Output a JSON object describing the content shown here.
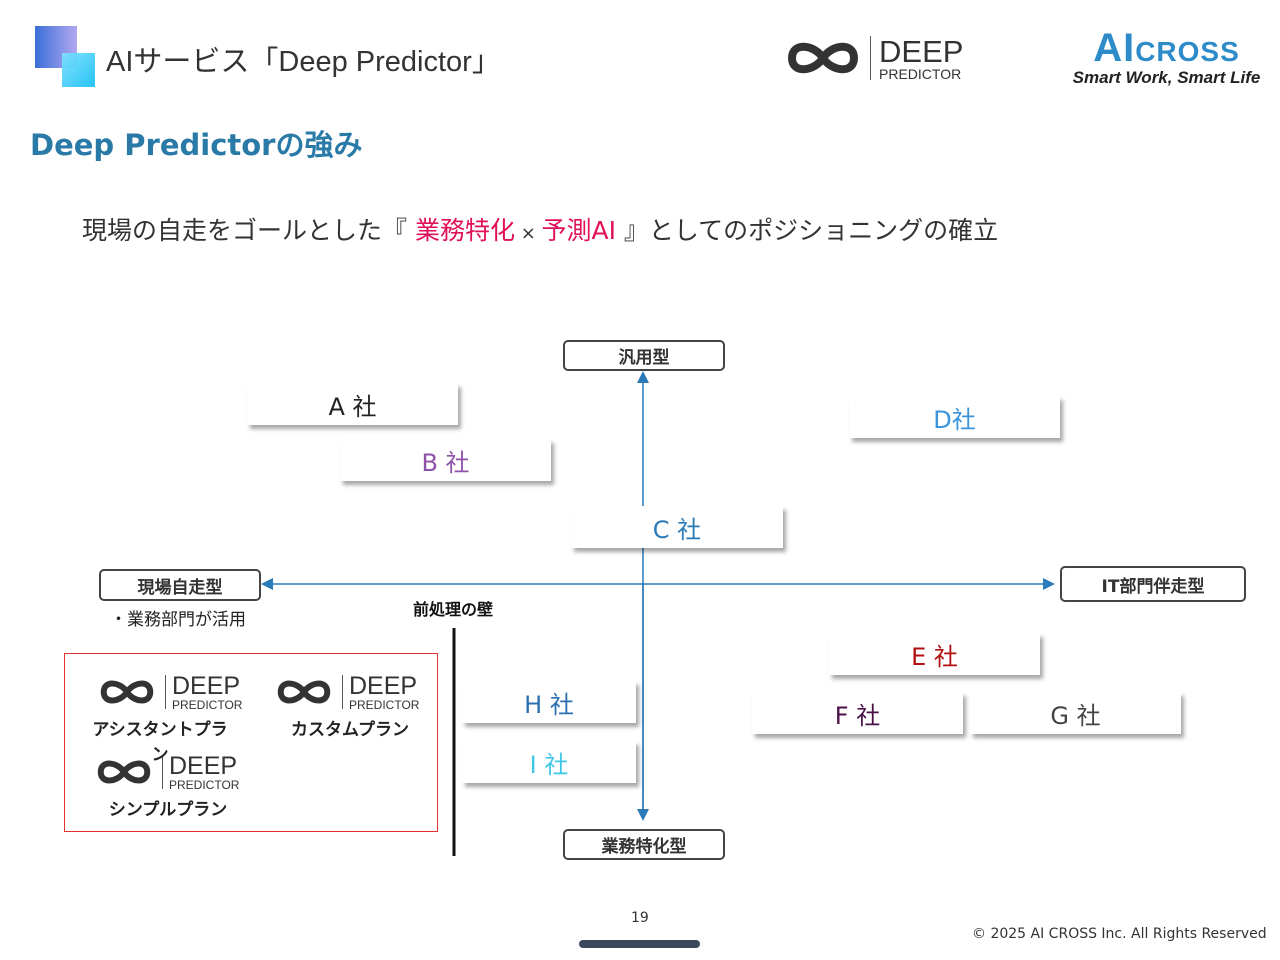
{
  "header": {
    "title": "AIサービス「Deep Predictor」",
    "logo_main": "DEEP",
    "logo_sub": "PREDICTOR",
    "company_brand_a": "AI",
    "company_brand_b": "CROSS",
    "company_tagline": "Smart Work, Smart Life"
  },
  "subtitle": "Deep Predictorの強み",
  "lead": {
    "pre": "現場の自走をゴールとした『 ",
    "hl1": "業務特化",
    "x": " × ",
    "hl2": "予測AI",
    "post": " 』としてのポジショニングの確立"
  },
  "axes": {
    "top": "汎用型",
    "bottom": "業務特化型",
    "left": "現場自走型",
    "left_note": "・業務部門が活用",
    "right": "IT部門伴走型"
  },
  "wall_label": "前処理の壁",
  "companies": [
    {
      "label": "A 社",
      "color": "#222222"
    },
    {
      "label": "B 社",
      "color": "#8e52a8"
    },
    {
      "label": "C 社",
      "color": "#2a7ab8"
    },
    {
      "label": "D社",
      "color": "#3a95dc"
    },
    {
      "label": "E 社",
      "color": "#b01010"
    },
    {
      "label": "F 社",
      "color": "#4a1048"
    },
    {
      "label": "G 社",
      "color": "#444444"
    },
    {
      "label": "H 社",
      "color": "#2a6fb0"
    },
    {
      "label": "I 社",
      "color": "#40c8e8"
    }
  ],
  "plans": [
    "アシスタントプラン",
    "カスタムプラン",
    "シンプルプラン"
  ],
  "page_number": "19",
  "copyright": "© 2025 AI CROSS Inc. All Rights Reserved"
}
